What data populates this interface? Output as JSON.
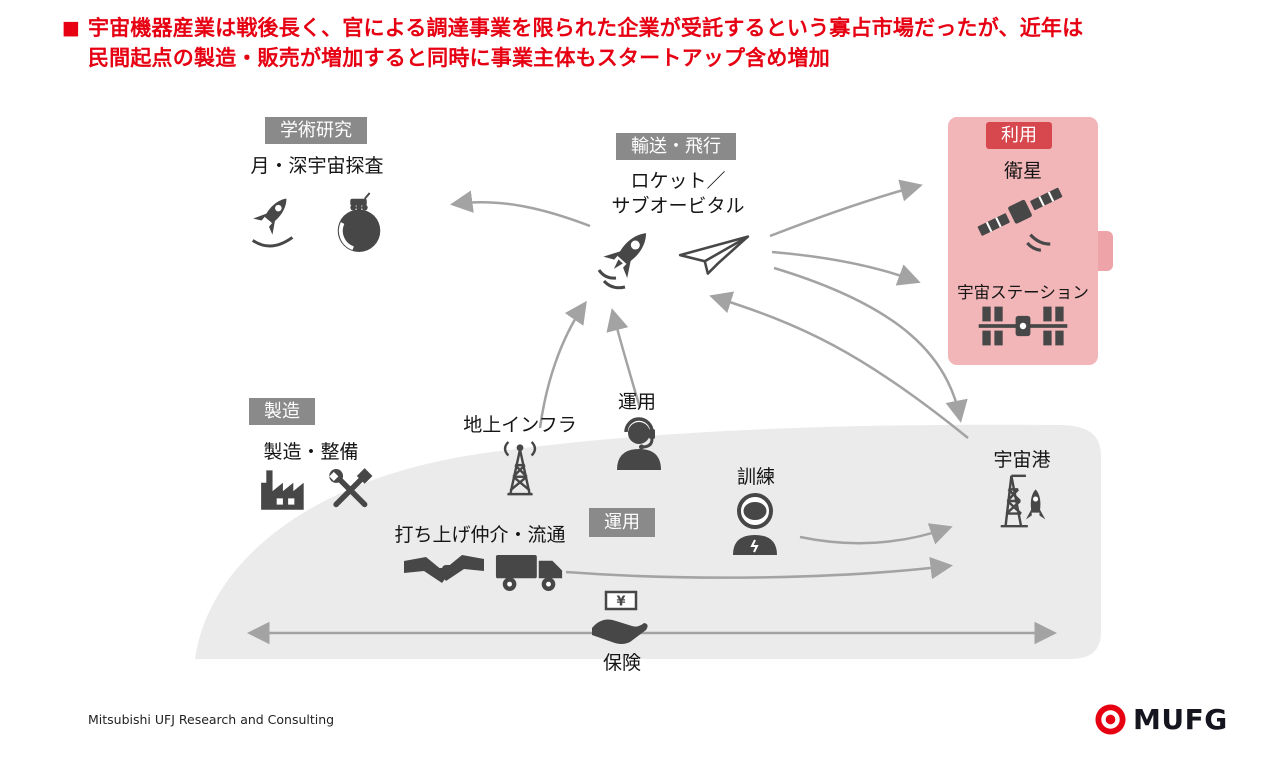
{
  "title": {
    "bullet": "■",
    "line1": "宇宙機器産業は戦後長く、官による調達事業を限られた企業が受託するという寡占市場だったが、近年は",
    "line2": "民間起点の製造・販売が増加すると同時に事業主体もスタートアップ含め増加"
  },
  "sections": {
    "academic": {
      "tag": "学術研究",
      "label": "月・深宇宙探査"
    },
    "transport": {
      "tag": "輸送・飛行",
      "label_line1": "ロケット／",
      "label_line2": "サブオービタル"
    },
    "use": {
      "tag": "利用",
      "item_satellite": "衛星",
      "item_station": "宇宙ステーション"
    },
    "manufacturing": {
      "tag": "製造",
      "label": "製造・整備"
    },
    "ground_infra": {
      "label": "地上インフラ"
    },
    "operation_upper": {
      "label": "運用"
    },
    "operation_mid": {
      "tag": "運用"
    },
    "training": {
      "label": "訓練"
    },
    "launch_broker": {
      "label": "打ち上げ仲介・流通"
    },
    "spaceport": {
      "label": "宇宙港"
    },
    "insurance": {
      "label": "保険"
    }
  },
  "icons": {
    "yen": "¥"
  },
  "footer": {
    "company": "Mitsubishi UFJ Research and Consulting",
    "brand": "MUFG"
  },
  "colors": {
    "title_red": "#e60012",
    "tag_gray_bg": "#8a8a8a",
    "use_tag_red": "#d6484e",
    "panel_pink": "#f2b5b8",
    "panel_tab_pink": "#eda3a7",
    "icon_gray": "#474747",
    "arrow_gray": "#a3a3a3",
    "swoosh_gray": "#ebebeb",
    "mufg_red": "#e60012"
  }
}
